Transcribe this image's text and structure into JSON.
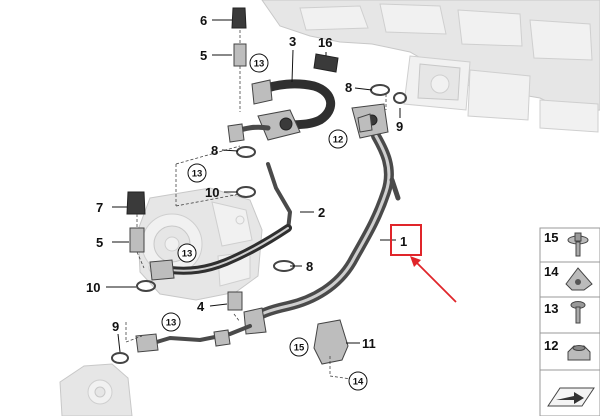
{
  "callouts": {
    "c1": "1",
    "c2": "2",
    "c3": "3",
    "c4": "4",
    "c5a": "5",
    "c5b": "5",
    "c6": "6",
    "c7": "7",
    "c8a": "8",
    "c8b": "8",
    "c8c": "8",
    "c9a": "9",
    "c9b": "9",
    "c10a": "10",
    "c10b": "10",
    "c11": "11",
    "c16": "16"
  },
  "circled": {
    "k13a": "13",
    "k12": "12",
    "k13b": "13",
    "k13c": "13",
    "k13d": "13",
    "k15": "15",
    "k14": "14"
  },
  "legend": [
    {
      "number": "15",
      "icon": "bolt-with-washer-icon"
    },
    {
      "number": "14",
      "icon": "clip-nut-icon"
    },
    {
      "number": "13",
      "icon": "screw-icon"
    },
    {
      "number": "12",
      "icon": "hex-nut-icon"
    },
    {
      "number": "",
      "icon": "direction-arrow-icon"
    }
  ],
  "highlight": {
    "color": "#e0252a"
  }
}
